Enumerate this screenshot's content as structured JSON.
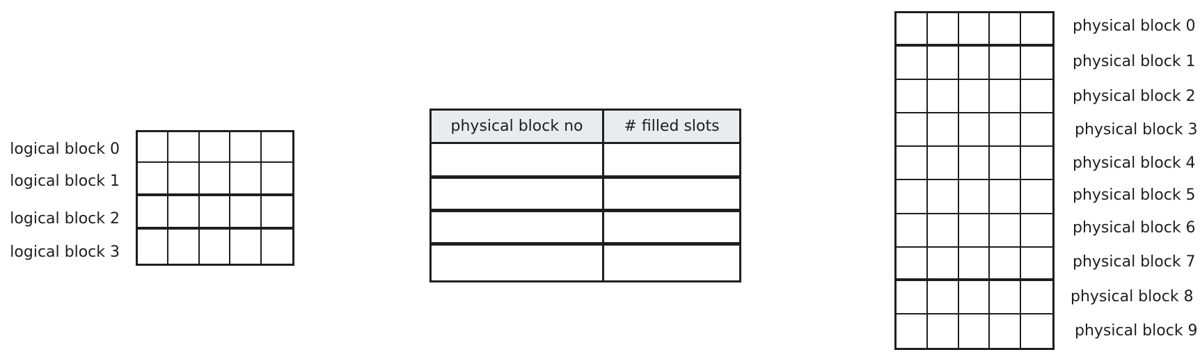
{
  "logical_blocks": {
    "labels": [
      "logical block 0",
      "logical block 1",
      "logical block 2",
      "logical block 3"
    ],
    "columns": 5
  },
  "block_table": {
    "headers": [
      "physical block no",
      "# filled slots"
    ],
    "rows": [
      [
        "",
        ""
      ],
      [
        "",
        ""
      ],
      [
        "",
        ""
      ],
      [
        "",
        ""
      ]
    ]
  },
  "physical_blocks": {
    "labels": [
      "physical block 0",
      "physical block 1",
      "physical block 2",
      "physical block 3",
      "physical block 4",
      "physical block 5",
      "physical block 6",
      "physical block 7",
      "physical block 8",
      "physical block 9"
    ],
    "columns": 5
  },
  "colors": {
    "stroke": "#1e1e1e",
    "header_fill": "#e9ecef",
    "background": "#ffffff"
  }
}
